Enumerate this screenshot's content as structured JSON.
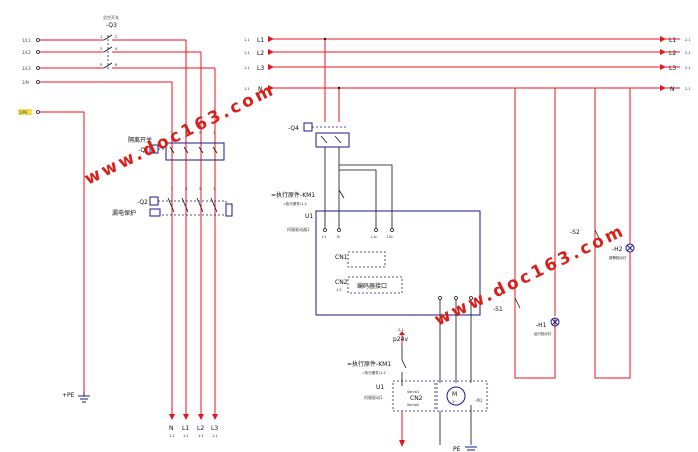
{
  "left": {
    "inputs": [
      {
        "label": "1/L1"
      },
      {
        "label": "1/L2"
      },
      {
        "label": "1/L3"
      },
      {
        "label": "1/N"
      },
      {
        "label": "1/PE"
      }
    ],
    "breaker_q3": {
      "title": "总空开关",
      "tag": "-Q3"
    },
    "breaker_q1": {
      "title": "隔离开关",
      "tag": "-Q1"
    },
    "breaker_q2": {
      "title": "漏电保护",
      "tag": "-Q2"
    },
    "pe_tag": "+PE",
    "outputs": [
      {
        "label": "N",
        "ref": "1.1"
      },
      {
        "label": "L1",
        "ref": "1.1"
      },
      {
        "label": "L2",
        "ref": "1.1"
      },
      {
        "label": "L3",
        "ref": "1.1"
      }
    ],
    "q_pin_numbers": [
      "1",
      "2",
      "3",
      "4",
      "5",
      "6",
      "7",
      "8"
    ]
  },
  "right": {
    "bus_in": [
      {
        "ref": "1.1",
        "label": "L1"
      },
      {
        "ref": "1.1",
        "label": "L2"
      },
      {
        "ref": "1.1",
        "label": "L3"
      },
      {
        "ref": "1.1",
        "label": "N"
      }
    ],
    "bus_out": [
      {
        "label": "L1",
        "ref": "2.1"
      },
      {
        "label": "L2",
        "ref": "2.1"
      },
      {
        "label": "L3",
        "ref": "2.1"
      },
      {
        "label": "N",
        "ref": "2.1"
      }
    ],
    "q4_tag": "-Q4",
    "km1_ref": "=执行原件-KM1",
    "km1_sub": "=执行原件/1.2",
    "u1_tag": "U1",
    "u1_label": "伺服驱动器1",
    "cn1": "CN1",
    "cn2": "CN2",
    "cn2_ref": "1.5",
    "encoder_label": "编码器接口",
    "s1_tag": "-S1",
    "s2_tag": "-S2",
    "h1_tag": "-H1",
    "h2_tag": "-H2",
    "h1_label": "运行指示灯",
    "h2_label": "报警指示灯",
    "terminals": [
      "L1",
      "N",
      "L1c",
      "L2c"
    ],
    "motor": {
      "tag": "M",
      "num": "-M1",
      "sub": "3~"
    },
    "p24_ref": "2.1",
    "p24_label": "p24v",
    "km1_lower_ref": "=执行原件-KM1",
    "km1_lower_sub": "=执行原件/1.2",
    "u1_lower_tag": "U1",
    "u1_lower_label": "伺服驱动1",
    "u1_lower_cn": "CN2",
    "u1_lower_pins": [
      "Servo1",
      "Servo2"
    ],
    "pe_label": "PE"
  },
  "watermark": {
    "text": "www.doc163.com"
  }
}
